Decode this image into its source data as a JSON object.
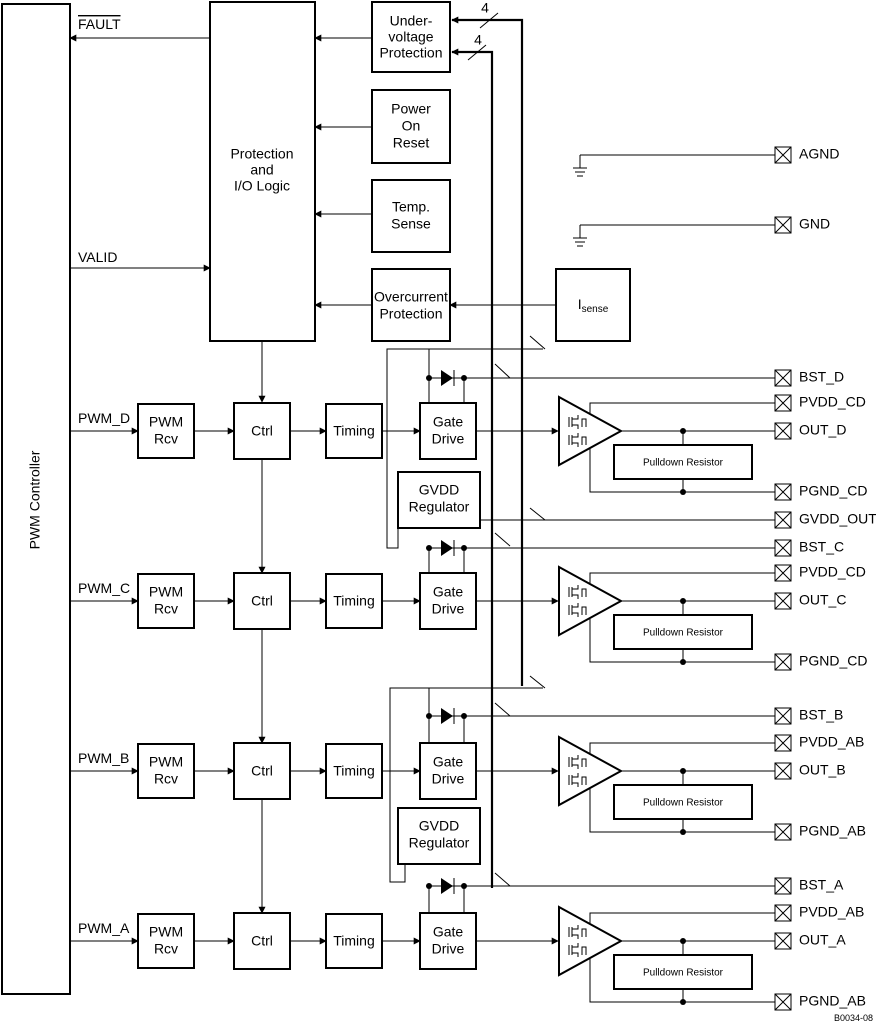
{
  "controller": {
    "label": "PWM Controller"
  },
  "signals": {
    "fault": "FAULT",
    "valid": "VALID"
  },
  "protection_logic": {
    "line1": "Protection",
    "line2": "and",
    "line3": "I/O Logic"
  },
  "undervoltage": {
    "line1": "Under-",
    "line2": "voltage",
    "line3": "Protection"
  },
  "power_on_reset": {
    "line1": "Power",
    "line2": "On",
    "line3": "Reset"
  },
  "temp_sense": {
    "line1": "Temp.",
    "line2": "Sense"
  },
  "overcurrent": {
    "line1": "Overcurrent",
    "line2": "Protection"
  },
  "isense": {
    "main": "I",
    "sub": "sense"
  },
  "bus_width": "4",
  "channels": [
    {
      "input": "PWM_D",
      "bst": "BST_D",
      "pvdd": "PVDD_CD",
      "out": "OUT_D",
      "pgnd": "PGND_CD"
    },
    {
      "input": "PWM_C",
      "bst": "BST_C",
      "pvdd": "PVDD_CD",
      "out": "OUT_C",
      "pgnd": "PGND_CD"
    },
    {
      "input": "PWM_B",
      "bst": "BST_B",
      "pvdd": "PVDD_AB",
      "out": "OUT_B",
      "pgnd": "PGND_AB"
    },
    {
      "input": "PWM_A",
      "bst": "BST_A",
      "pvdd": "PVDD_AB",
      "out": "OUT_A",
      "pgnd": "PGND_AB"
    }
  ],
  "blocks": {
    "pwm_rcv": [
      "PWM",
      "Rcv"
    ],
    "ctrl": "Ctrl",
    "timing": "Timing",
    "gate_drive": [
      "Gate",
      "Drive"
    ],
    "pulldown": "Pulldown Resistor",
    "gvdd_regulator": [
      "GVDD",
      "Regulator"
    ]
  },
  "pins": {
    "agnd": "AGND",
    "gnd": "GND",
    "gvdd_out": "GVDD_OUT"
  },
  "figure_id": "B0034-08"
}
